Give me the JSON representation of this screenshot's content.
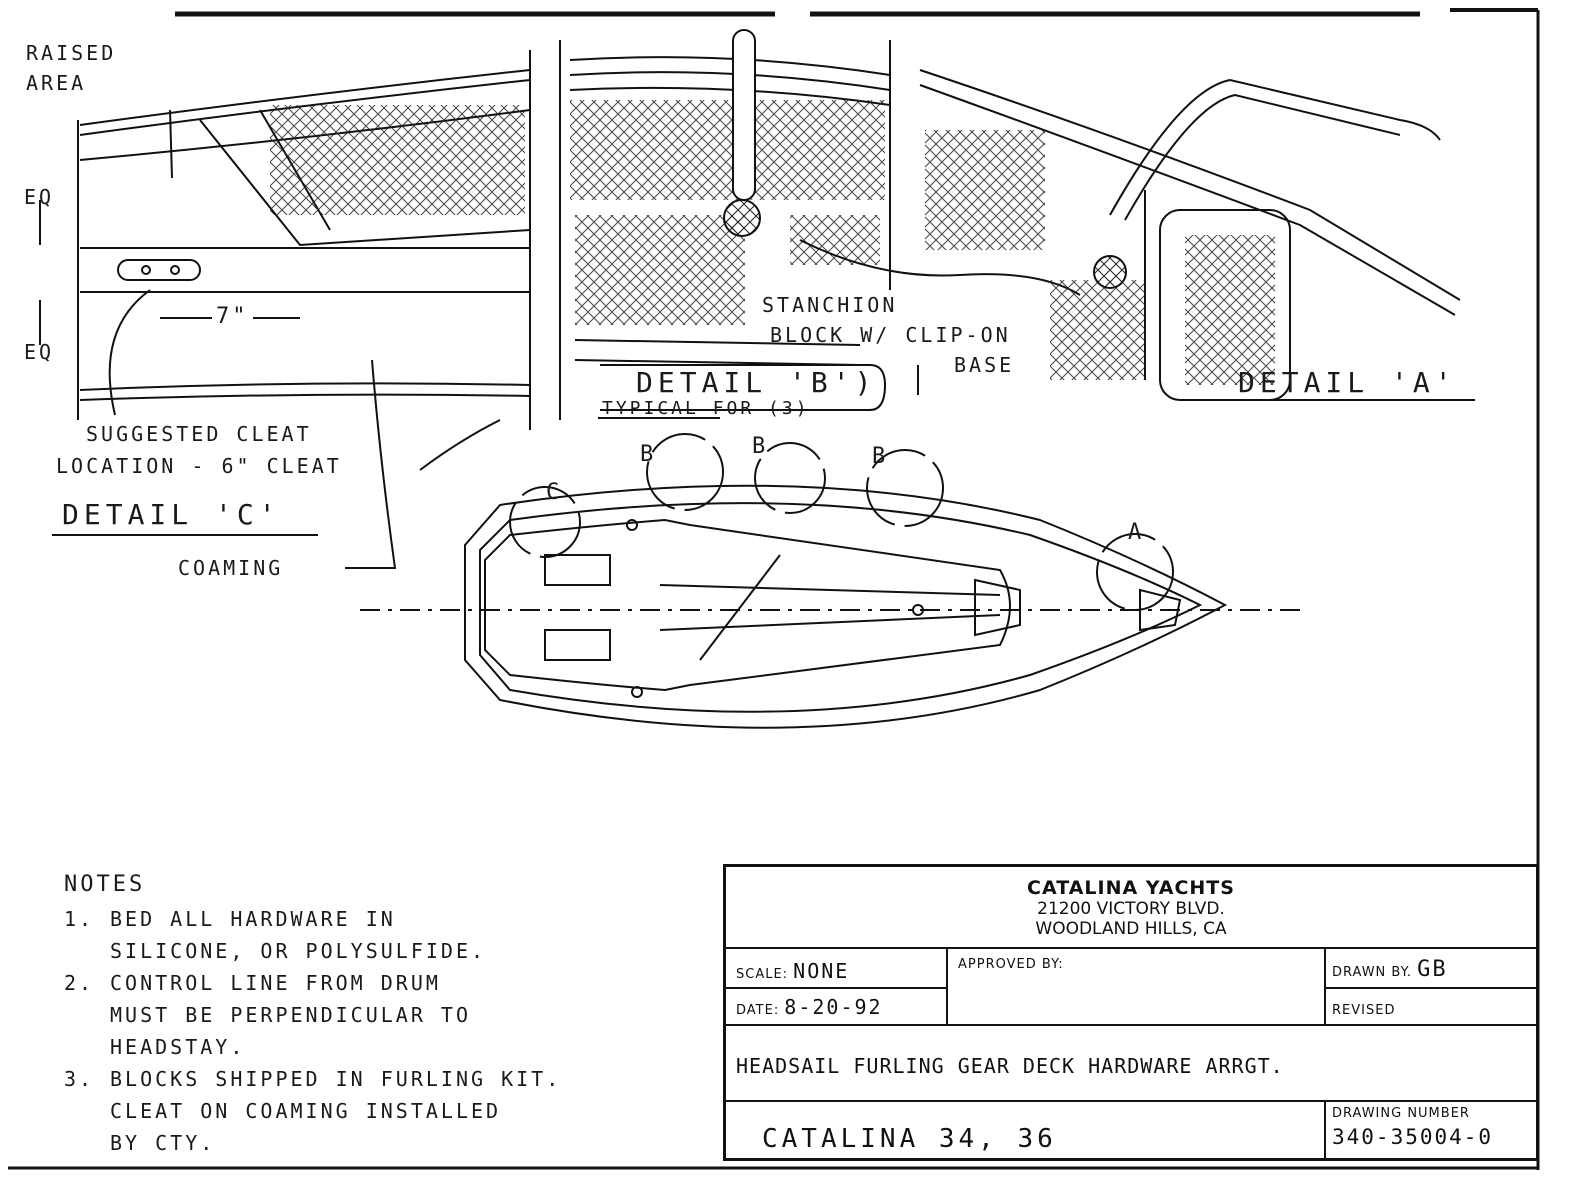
{
  "labels": {
    "raised_area": [
      "RAISED",
      "AREA"
    ],
    "eq_top": "EQ",
    "eq_bottom": "EQ",
    "dim_7": "7\"",
    "suggested_cleat": [
      "SUGGESTED CLEAT",
      "LOCATION - 6\" CLEAT"
    ],
    "detail_c": "DETAIL 'C'",
    "coaming": "COAMING",
    "stanchion": [
      "STANCHION",
      "BLOCK W/ CLIP-ON",
      "BASE"
    ],
    "detail_b": "DETAIL 'B')",
    "typical": "TYPICAL FOR (3)",
    "detail_a": "DETAIL 'A'",
    "callout_b1": "B",
    "callout_b2": "B",
    "callout_b3": "B",
    "callout_c": "C",
    "callout_a": "A"
  },
  "notes": {
    "title": "NOTES",
    "items": [
      {
        "num": "1.",
        "lines": [
          "BED ALL HARDWARE IN",
          "SILICONE, OR POLYSULFIDE."
        ]
      },
      {
        "num": "2.",
        "lines": [
          "CONTROL LINE FROM DRUM",
          "MUST BE PERPENDICULAR TO",
          "HEADSTAY."
        ]
      },
      {
        "num": "3.",
        "lines": [
          "BLOCKS SHIPPED IN FURLING KIT.",
          "CLEAT ON COAMING INSTALLED",
          "BY CTY."
        ]
      }
    ]
  },
  "title_block": {
    "company": "CATALINA YACHTS",
    "address1": "21200 VICTORY BLVD.",
    "address2": "WOODLAND HILLS, CA",
    "scale_label": "SCALE:",
    "scale_value": "NONE",
    "date_label": "DATE:",
    "date_value": "8-20-92",
    "approved_label": "APPROVED BY:",
    "drawn_label": "DRAWN BY.",
    "drawn_value": "GB",
    "revised_label": "REVISED",
    "drawing_title": "HEADSAIL FURLING GEAR DECK HARDWARE ARRGT.",
    "model": "CATALINA 34, 36",
    "drawing_number_label": "DRAWING NUMBER",
    "drawing_number": "340-35004-0"
  }
}
